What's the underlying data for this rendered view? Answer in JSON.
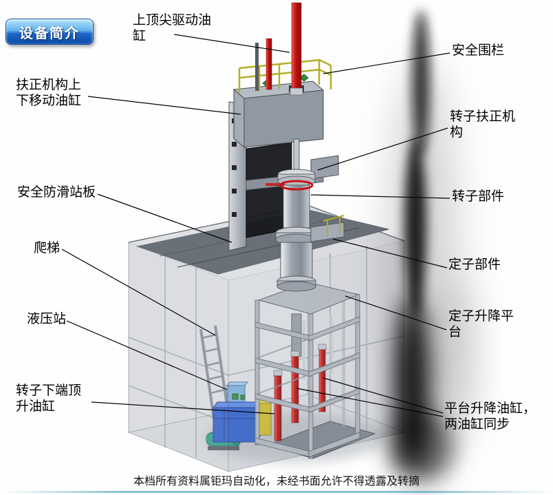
{
  "badge": {
    "label": "设备简介"
  },
  "labels": [
    {
      "id": "top-drive-cylinder",
      "text": "上顶尖驱动油缸"
    },
    {
      "id": "centering-mechanism-move-cylinder",
      "text": "扶正机构上下移动油缸"
    },
    {
      "id": "anti-slip-standing-board",
      "text": "安全防滑站板"
    },
    {
      "id": "ladder",
      "text": "爬梯"
    },
    {
      "id": "hydraulic-station",
      "text": "液压站"
    },
    {
      "id": "rotor-bottom-jack-cylinder",
      "text": "转子下端顶升油缸"
    },
    {
      "id": "safety-fence",
      "text": "安全围栏"
    },
    {
      "id": "rotor-centering-mechanism",
      "text": "转子扶正机构"
    },
    {
      "id": "rotor-component",
      "text": "转子部件"
    },
    {
      "id": "stator-component",
      "text": "定子部件"
    },
    {
      "id": "stator-lifting-platform",
      "text": "定子升降平台"
    },
    {
      "id": "platform-lift-cylinders",
      "text": "平台升降油缸，两油缸同步"
    }
  ],
  "footer": {
    "watermark": "本档所有资料属钜玛自动化，未经书面允许不得透露及转摘"
  },
  "colors": {
    "badge_blue": "#1e66c8",
    "cylinder_red": "#c81414",
    "hydraulic_blue": "#2f5ecb",
    "railing_yellow": "#b4ae25",
    "structure_gray": "#9aa0ab",
    "platform_dark_gray": "#697077"
  }
}
